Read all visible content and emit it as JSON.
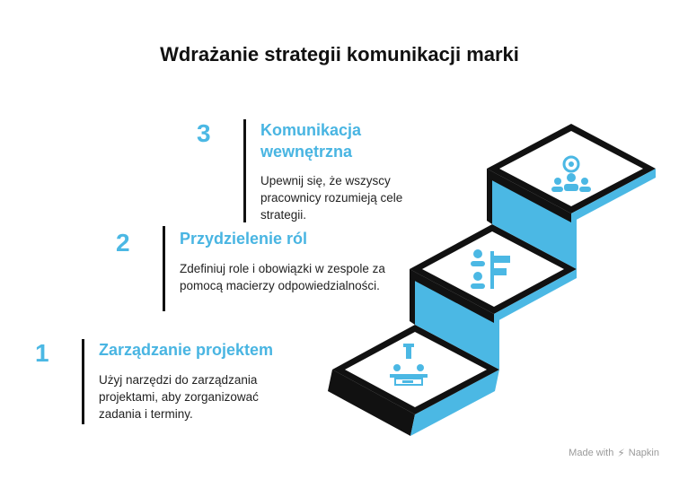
{
  "title": "Wdrażanie strategii komunikacji marki",
  "steps": [
    {
      "number": "1",
      "title": "Zarządzanie projektem",
      "description": "Użyj narzędzi do zarządzania projektami, aby zorganizować zadania i terminy.",
      "icon": "meeting-table-icon"
    },
    {
      "number": "2",
      "title": "Przydzielenie ról",
      "description": "Zdefiniuj role i obowiązki w zespole za pomocą macierzy odpowiedzialności.",
      "icon": "role-assignment-icon"
    },
    {
      "number": "3",
      "title": "Komunikacja wewnętrzna",
      "description": "Upewnij się, że wszyscy pracownicy rozumieją cele strategii.",
      "icon": "team-communication-icon"
    }
  ],
  "footer": {
    "made_with": "Made with",
    "brand": "Napkin"
  },
  "colors": {
    "accent": "#4bb8e4",
    "dark": "#111111",
    "white": "#ffffff"
  }
}
